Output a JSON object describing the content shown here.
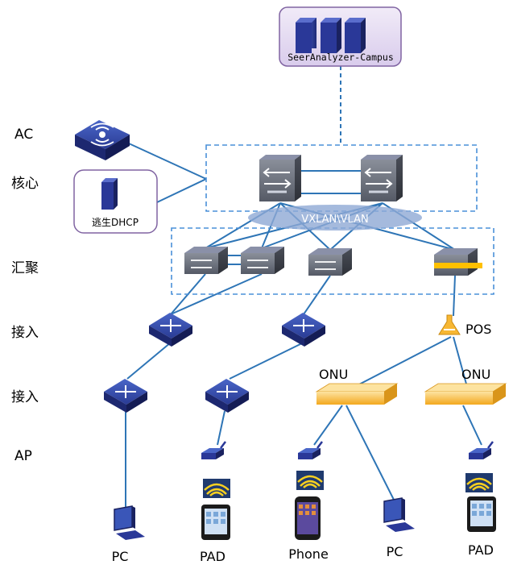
{
  "tiers": {
    "ac": "AC",
    "core": "核心",
    "aggregation": "汇聚",
    "access1": "接入",
    "access2": "接入",
    "ap": "AP"
  },
  "analyzer": {
    "label": "SeerAnalyzer-Campus"
  },
  "escape_dhcp": {
    "label": "逃生DHCP"
  },
  "vxlan": {
    "label": "VXLAN\\VLAN"
  },
  "pos": {
    "label": "POS"
  },
  "onu": {
    "left": "ONU",
    "right": "ONU"
  },
  "terminals": {
    "pc_left": "PC",
    "pad_left": "PAD",
    "phone": "Phone",
    "pc_right": "PC",
    "pad_right": "PAD"
  },
  "colors": {
    "link": "#2e75b6",
    "dashed_box": "#4a90d9",
    "analyzer_fill": "#e6dcf2",
    "analyzer_border": "#8064a2",
    "vxlan_ellipse": "#8fa9d4",
    "switch_blue": "#2b3a8f",
    "onu_orange": "#f7b733",
    "pos_bar": "#ffc000"
  }
}
